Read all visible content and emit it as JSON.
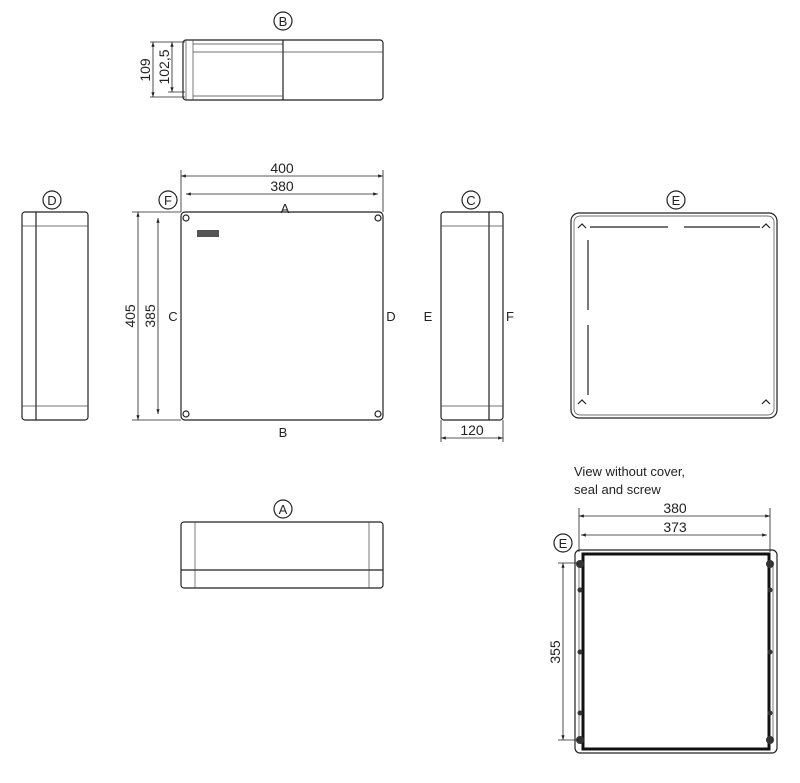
{
  "views": {
    "top": {
      "label": "B",
      "dims": [
        "109",
        "102,5"
      ]
    },
    "side_left": {
      "label": "D"
    },
    "front": {
      "label": "F",
      "dims": [
        "400",
        "380",
        "405",
        "385"
      ],
      "edges": [
        "A",
        "B",
        "C",
        "D"
      ]
    },
    "side_right": {
      "label": "C",
      "dims": [
        "120"
      ],
      "edges": [
        "E",
        "F"
      ]
    },
    "inside": {
      "label": "E"
    },
    "bottom": {
      "label": "A"
    },
    "open": {
      "label": "E",
      "note_line1": "View without cover,",
      "note_line2": "seal and screw",
      "dims": [
        "380",
        "373",
        "355"
      ]
    }
  }
}
